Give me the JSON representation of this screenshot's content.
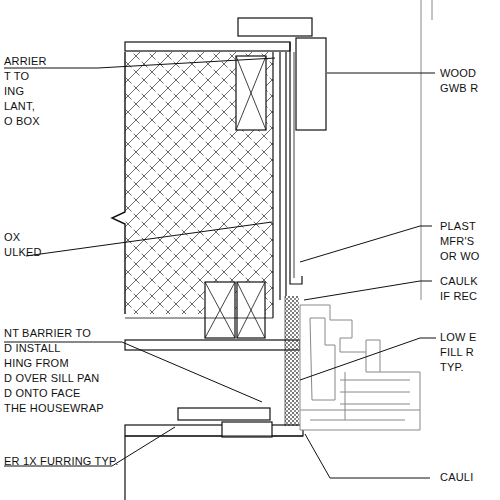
{
  "diagram": {
    "labels": [
      "ARRIER T TO ING LANT, O BOX",
      "WOOD GWB R",
      "OX ULKED",
      "PLAST MFR'S OR WO",
      "CAULK IF REC",
      "NT BARRIER TO D INSTALL HING FROM D OVER SILL PAN D ONTO FACE THE HOUSEWRAP",
      "LOW E FILL R TYP.",
      "ER 1X FURRING TYP.",
      "CAULI"
    ]
  }
}
